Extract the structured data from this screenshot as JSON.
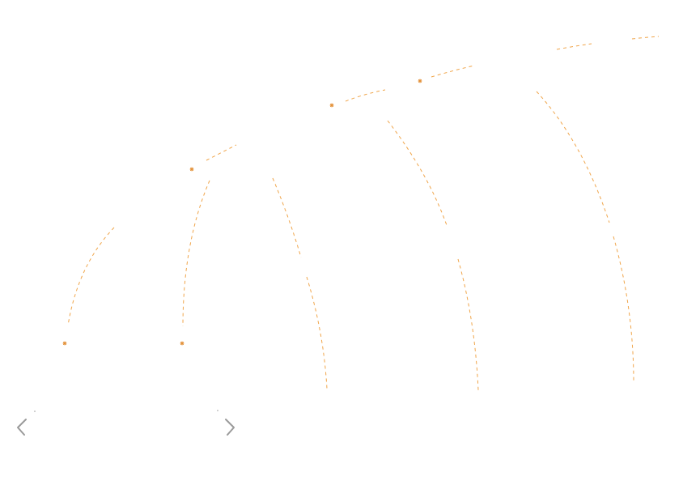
{
  "colors": {
    "arc": "#f0a54a",
    "marker": "#e3923a",
    "nav": "#9a9a9a",
    "background": "#ffffff"
  },
  "arcs": [
    {
      "name": "dashed-arc-1"
    },
    {
      "name": "dashed-arc-2"
    },
    {
      "name": "dashed-arc-3"
    },
    {
      "name": "dashed-arc-4"
    },
    {
      "name": "dashed-arc-5"
    },
    {
      "name": "dashed-arc-6"
    },
    {
      "name": "dashed-arc-7"
    },
    {
      "name": "dashed-arc-8"
    },
    {
      "name": "dashed-arc-9"
    },
    {
      "name": "dashed-arc-10"
    },
    {
      "name": "dashed-arc-11"
    },
    {
      "name": "dashed-arc-12"
    },
    {
      "name": "dashed-arc-13"
    }
  ],
  "markers": [
    {
      "name": "asterisk-marker-1"
    },
    {
      "name": "asterisk-marker-2"
    },
    {
      "name": "asterisk-marker-3"
    },
    {
      "name": "asterisk-marker-4"
    },
    {
      "name": "asterisk-marker-5"
    }
  ],
  "navigation": {
    "prev_icon": "chevron-left-icon",
    "next_icon": "chevron-right-icon"
  }
}
